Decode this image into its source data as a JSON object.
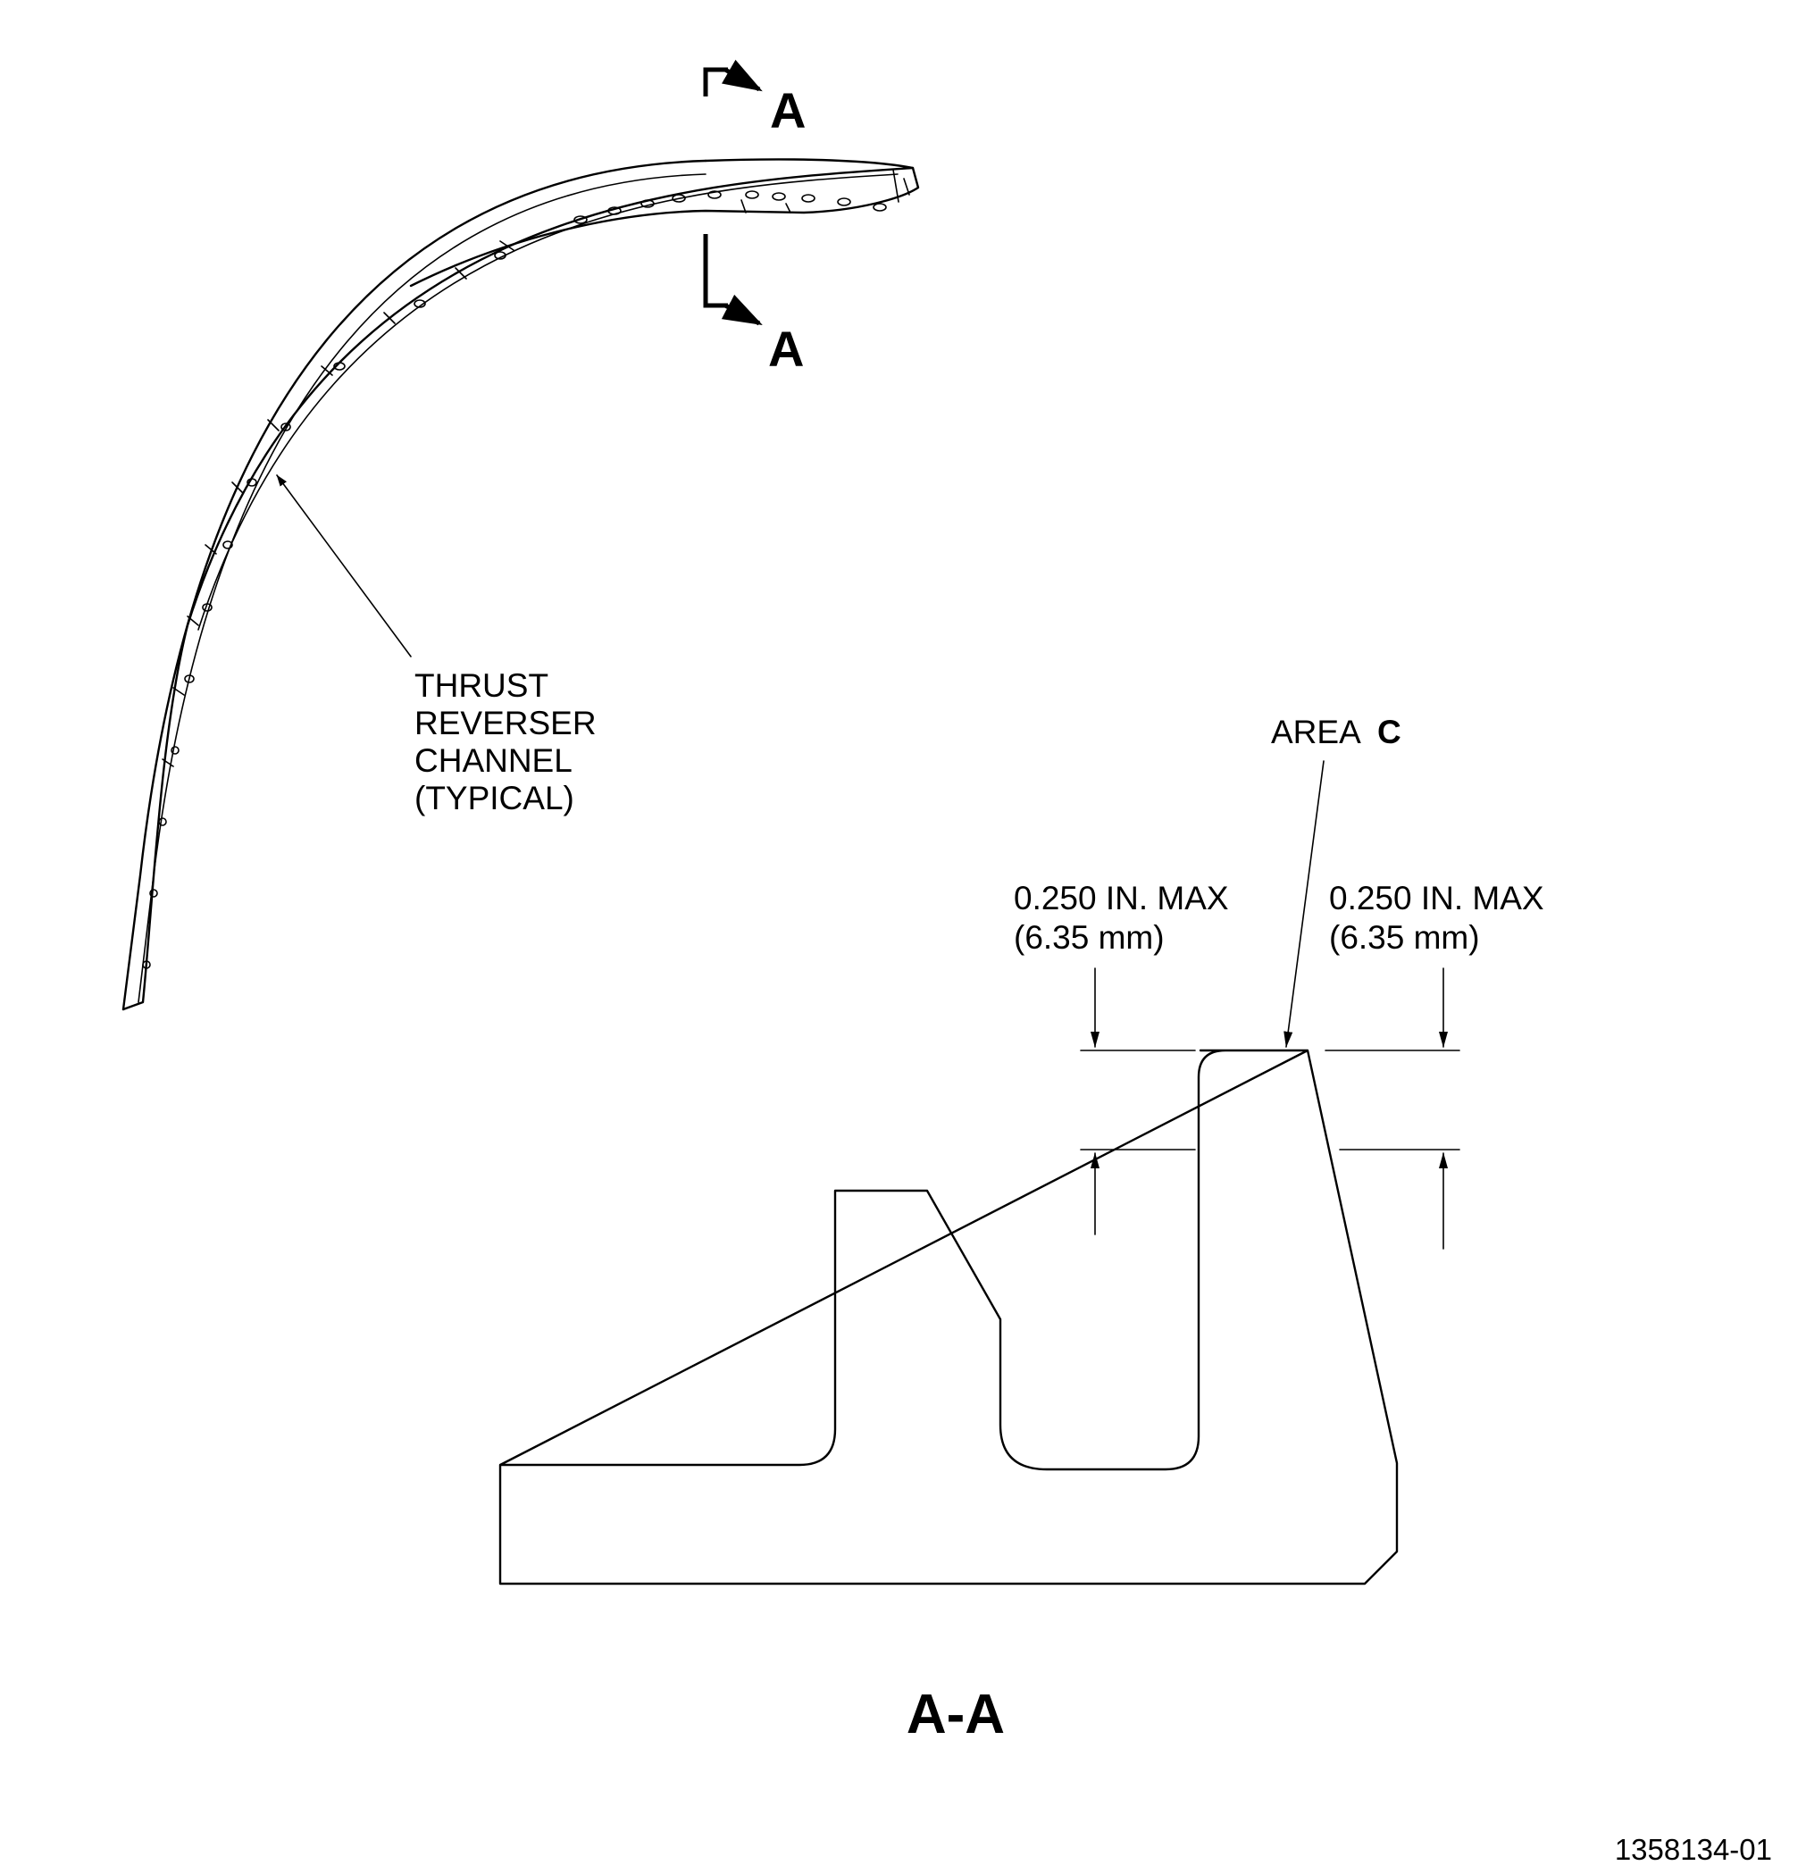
{
  "section_marker": {
    "top_letter": "A",
    "bottom_letter": "A"
  },
  "channel_callout": {
    "lines": [
      "THRUST",
      "REVERSER",
      "CHANNEL",
      "(TYPICAL)"
    ]
  },
  "area_callout": {
    "prefix": "AREA",
    "letter": "C"
  },
  "left_dimension": {
    "imperial": "0.250 IN. MAX",
    "metric": "(6.35 mm)"
  },
  "right_dimension": {
    "imperial": "0.250 IN. MAX",
    "metric": "(6.35 mm)"
  },
  "section_view": {
    "title": "A-A"
  },
  "figure_id": "1358134-01"
}
